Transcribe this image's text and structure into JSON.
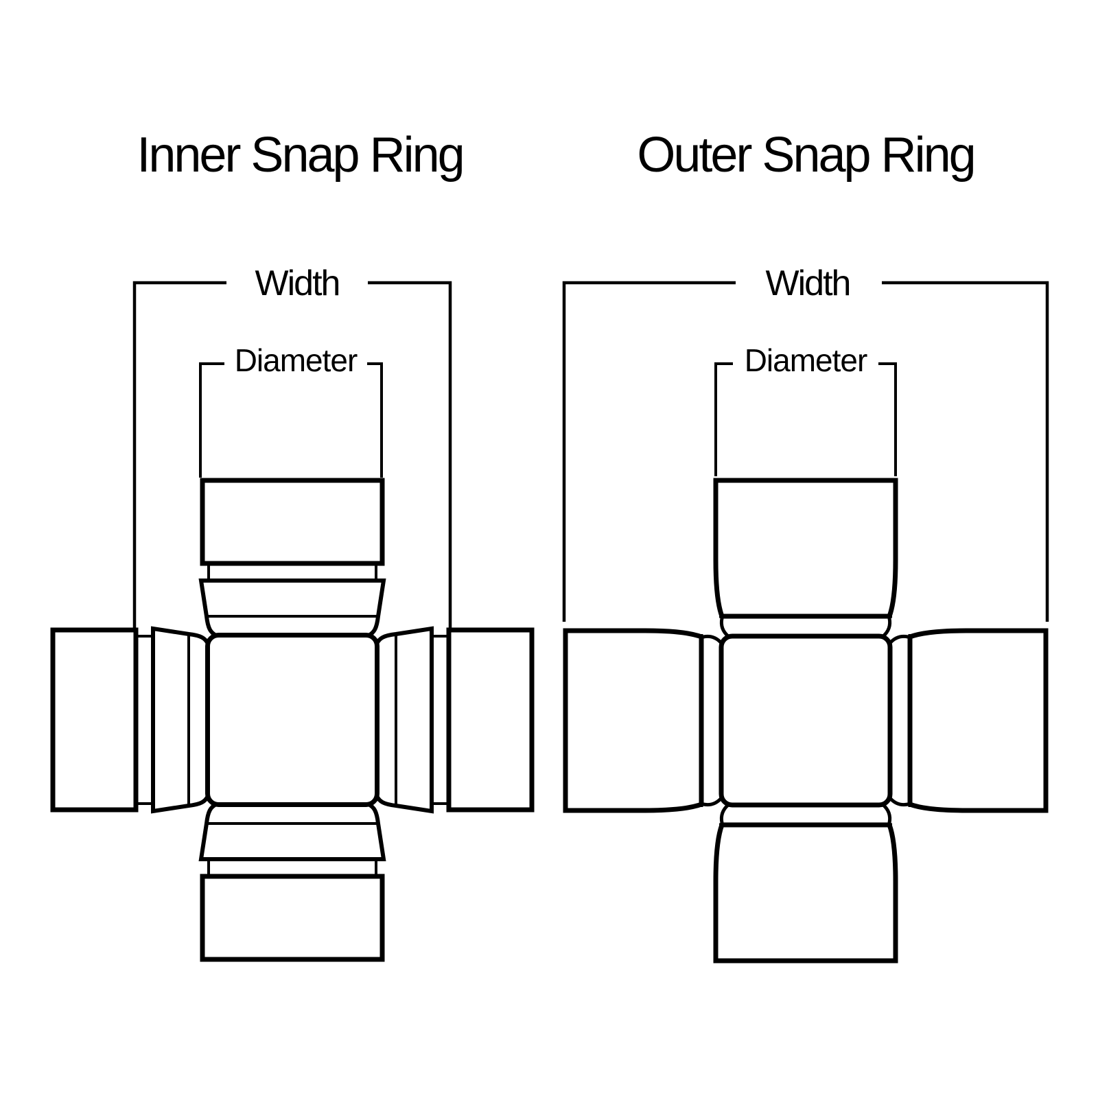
{
  "page": {
    "background_color": "#ffffff",
    "line_color": "#000000"
  },
  "diagrams": [
    {
      "title": "Inner Snap Ring",
      "snap_ring_style": "inner",
      "labels": {
        "width": "Width",
        "diameter": "Diameter"
      }
    },
    {
      "title": "Outer Snap Ring",
      "snap_ring_style": "outer",
      "labels": {
        "width": "Width",
        "diameter": "Diameter"
      }
    }
  ]
}
